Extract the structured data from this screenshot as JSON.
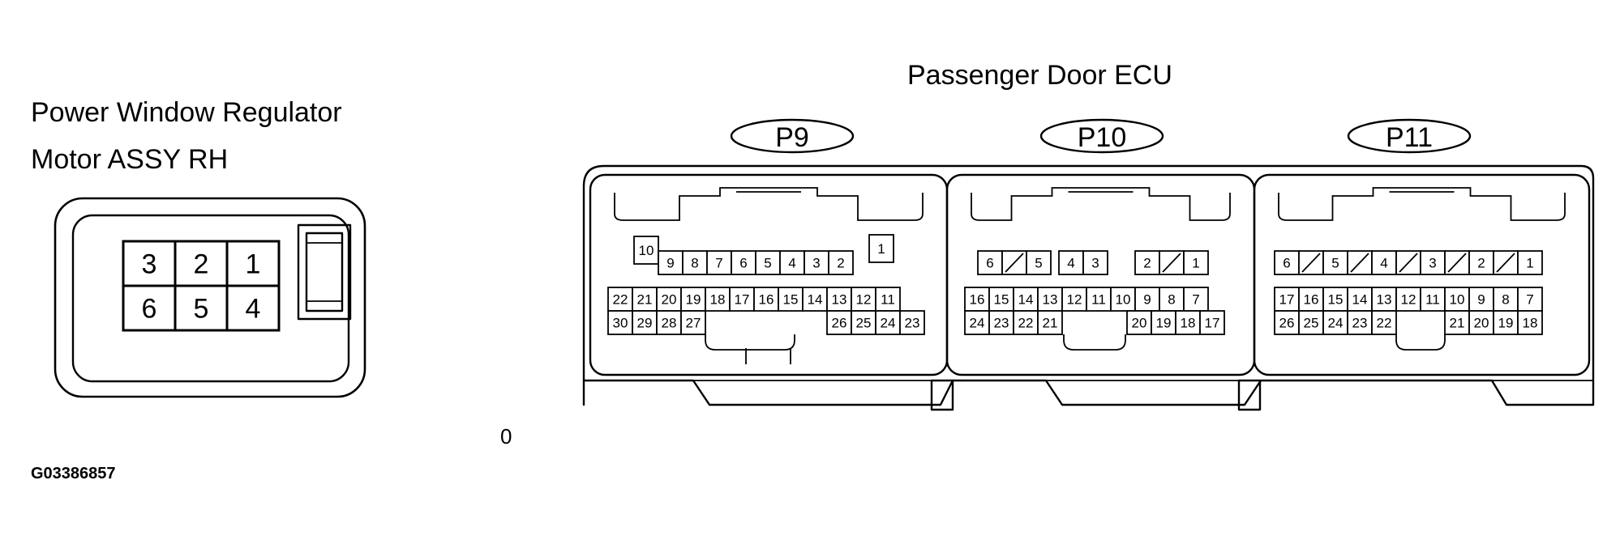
{
  "title": "Passenger Door ECU",
  "left_title": [
    "Power Window Regulator",
    "Motor ASSY RH"
  ],
  "footer_code": "G03386857",
  "stray_mark": "0",
  "motor": {
    "rows": [
      [
        "3",
        "2",
        "1"
      ],
      [
        "6",
        "5",
        "4"
      ]
    ]
  },
  "connectors": [
    {
      "id": "P9",
      "rows": [
        [
          "10",
          "9",
          "8",
          "7",
          "6",
          "5",
          "4",
          "3",
          "2",
          "1"
        ],
        [
          "22",
          "21",
          "20",
          "19",
          "18",
          "17",
          "16",
          "15",
          "14",
          "13",
          "12",
          "11"
        ],
        [
          "30",
          "29",
          "28",
          "27",
          "26",
          "25",
          "24",
          "23"
        ]
      ]
    },
    {
      "id": "P10",
      "rows": [
        [
          "6",
          "5",
          "4",
          "3",
          "2",
          "1"
        ],
        [
          "16",
          "15",
          "14",
          "13",
          "12",
          "11",
          "10",
          "9",
          "8",
          "7"
        ],
        [
          "24",
          "23",
          "22",
          "21",
          "20",
          "19",
          "18",
          "17"
        ]
      ]
    },
    {
      "id": "P11",
      "rows": [
        [
          "6",
          "5",
          "4",
          "3",
          "2",
          "1"
        ],
        [
          "17",
          "16",
          "15",
          "14",
          "13",
          "12",
          "11",
          "10",
          "9",
          "8",
          "7"
        ],
        [
          "26",
          "25",
          "24",
          "23",
          "22",
          "21",
          "20",
          "19",
          "18"
        ]
      ]
    }
  ]
}
